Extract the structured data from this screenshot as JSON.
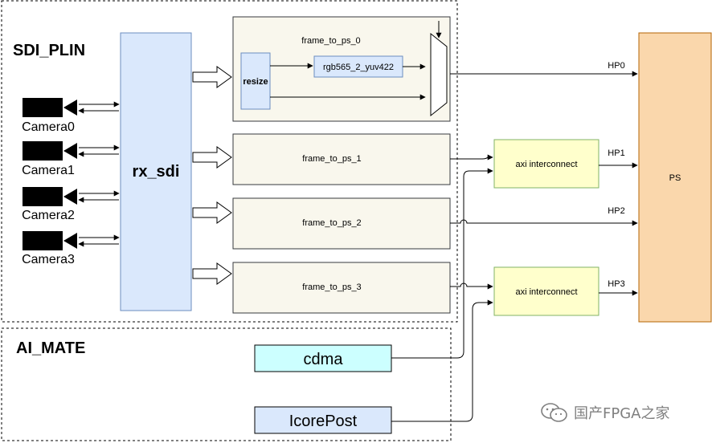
{
  "regions": {
    "sdi_plin": "SDI_PLIN",
    "ai_mate": "AI_MATE"
  },
  "cameras": [
    "Camera0",
    "Camera1",
    "Camera2",
    "Camera3"
  ],
  "blocks": {
    "rx_sdi": "rx_sdi",
    "frame0": "frame_to_ps_0",
    "resize": "resize",
    "rgb": "rgb565_2_yuv422",
    "frame1": "frame_to_ps_1",
    "frame2": "frame_to_ps_2",
    "frame3": "frame_to_ps_3",
    "axi1": "axi interconnect",
    "axi2": "axi interconnect",
    "ps": "PS",
    "cdma": "cdma",
    "icorepost": "IcorePost"
  },
  "ports": [
    "HP0",
    "HP1",
    "HP2",
    "HP3"
  ],
  "watermark": {
    "text": "国产FPGA之家",
    "icon": "wechat-icon"
  },
  "colors": {
    "rx_sdi_fill": "#dae8fc",
    "rx_sdi_stroke": "#6c8ebf",
    "frame_fill": "#f9f7ed",
    "frame_stroke": "#36393d",
    "axi_fill": "#ffffcc",
    "axi_stroke": "#82b366",
    "ps_fill": "#fad7ac",
    "ps_stroke": "#b46504",
    "cdma_fill": "#ccffff",
    "icore_fill": "#dae8fc",
    "watermark": "#7f7f7f"
  }
}
